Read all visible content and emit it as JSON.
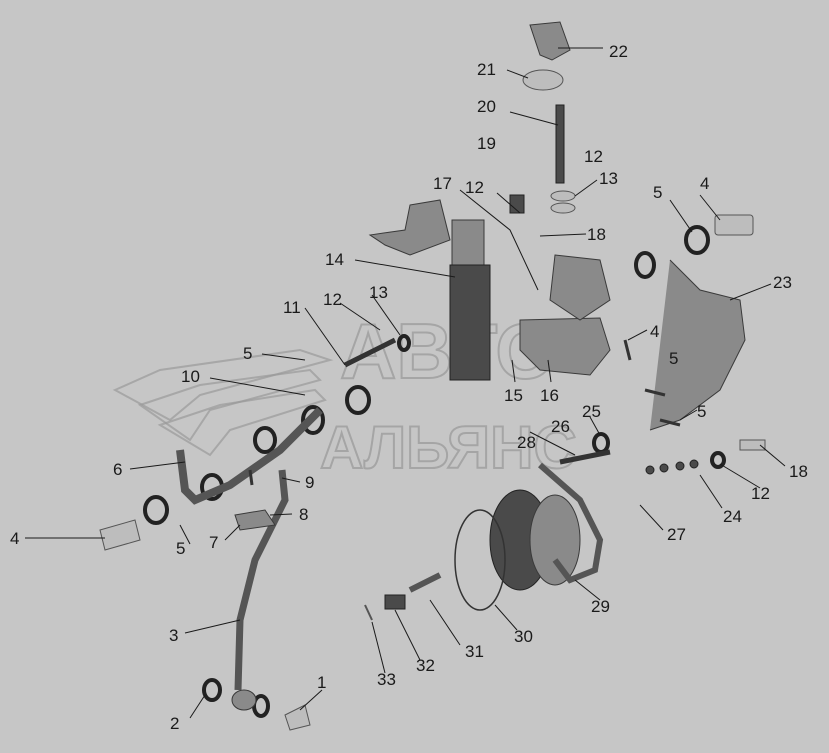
{
  "watermark": {
    "line1": "АВТО",
    "line2": "АЛЬЯНС"
  },
  "labels": [
    {
      "id": "22a",
      "text": "22"
    },
    {
      "id": "21a",
      "text": "21"
    },
    {
      "id": "20a",
      "text": "20"
    },
    {
      "id": "19a",
      "text": "19"
    },
    {
      "id": "12a",
      "text": "12"
    },
    {
      "id": "13a",
      "text": "13"
    },
    {
      "id": "17a",
      "text": "17"
    },
    {
      "id": "12b",
      "text": "12"
    },
    {
      "id": "5a",
      "text": "5"
    },
    {
      "id": "4a",
      "text": "4"
    },
    {
      "id": "18a",
      "text": "18"
    },
    {
      "id": "14a",
      "text": "14"
    },
    {
      "id": "23a",
      "text": "23"
    },
    {
      "id": "11a",
      "text": "11"
    },
    {
      "id": "12c",
      "text": "12"
    },
    {
      "id": "13b",
      "text": "13"
    },
    {
      "id": "4b",
      "text": "4"
    },
    {
      "id": "5b",
      "text": "5"
    },
    {
      "id": "5c",
      "text": "5"
    },
    {
      "id": "10a",
      "text": "10"
    },
    {
      "id": "15a",
      "text": "15"
    },
    {
      "id": "16a",
      "text": "16"
    },
    {
      "id": "25a",
      "text": "25"
    },
    {
      "id": "5d",
      "text": "5"
    },
    {
      "id": "26a",
      "text": "26"
    },
    {
      "id": "28a",
      "text": "28"
    },
    {
      "id": "6a",
      "text": "6"
    },
    {
      "id": "18b",
      "text": "18"
    },
    {
      "id": "9a",
      "text": "9"
    },
    {
      "id": "12d",
      "text": "12"
    },
    {
      "id": "24a",
      "text": "24"
    },
    {
      "id": "8a",
      "text": "8"
    },
    {
      "id": "27a",
      "text": "27"
    },
    {
      "id": "4c",
      "text": "4"
    },
    {
      "id": "7a",
      "text": "7"
    },
    {
      "id": "5e",
      "text": "5"
    },
    {
      "id": "29a",
      "text": "29"
    },
    {
      "id": "3a",
      "text": "3"
    },
    {
      "id": "30a",
      "text": "30"
    },
    {
      "id": "31a",
      "text": "31"
    },
    {
      "id": "32a",
      "text": "32"
    },
    {
      "id": "33a",
      "text": "33"
    },
    {
      "id": "1a",
      "text": "1"
    },
    {
      "id": "2a",
      "text": "2"
    }
  ]
}
